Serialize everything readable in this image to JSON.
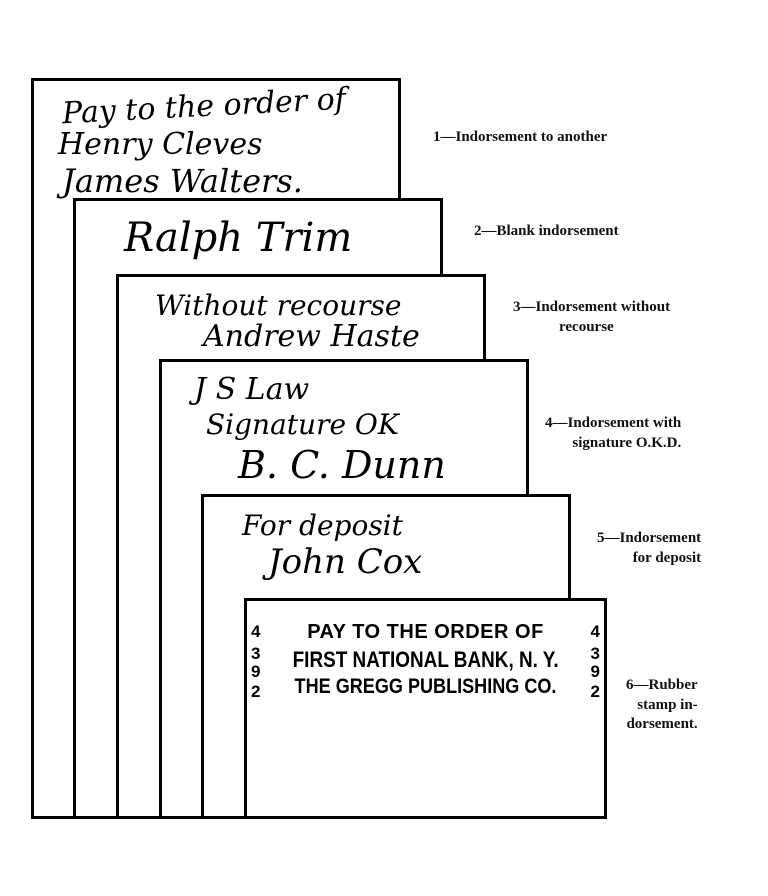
{
  "cards": [
    {
      "lines": [
        "Pay to the order of",
        "Henry Cleves",
        "James Walters."
      ]
    },
    {
      "lines": [
        "Ralph Trim"
      ]
    },
    {
      "lines": [
        "Without recourse",
        "Andrew Haste"
      ]
    },
    {
      "lines": [
        "J S Law",
        "Signature OK",
        "B. C. Dunn"
      ]
    },
    {
      "lines": [
        "For deposit",
        "John Cox"
      ]
    },
    {
      "stamp_lines": [
        "PAY TO THE ORDER OF",
        "FIRST NATIONAL BANK, N. Y.",
        "THE GREGG PUBLISHING CO."
      ],
      "stamp_numbers": [
        "4",
        "3",
        "9",
        "2"
      ]
    }
  ],
  "captions": [
    {
      "lines": [
        "1—Indorsement to another"
      ]
    },
    {
      "lines": [
        "2—Blank indorsement"
      ]
    },
    {
      "lines": [
        "3—Indorsement without",
        "recourse"
      ]
    },
    {
      "lines": [
        "4—Indorsement with",
        "signature O.K.D."
      ]
    },
    {
      "lines": [
        "5—Indorsement",
        "for deposit"
      ]
    },
    {
      "lines": [
        "6—Rubber",
        "stamp in-",
        "dorsement."
      ]
    }
  ]
}
